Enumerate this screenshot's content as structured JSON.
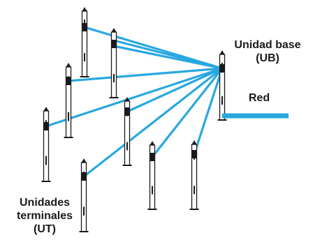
{
  "colors": {
    "link": "#29a8e0",
    "post": "#1a1a1a",
    "network": "#29a8e0"
  },
  "labels": {
    "base_line1": "Unidad base",
    "base_line2": "(UB)",
    "network": "Red",
    "terminal_line1": "Unidades",
    "terminal_line2": "terminales",
    "terminal_line3": "(UT)"
  }
}
